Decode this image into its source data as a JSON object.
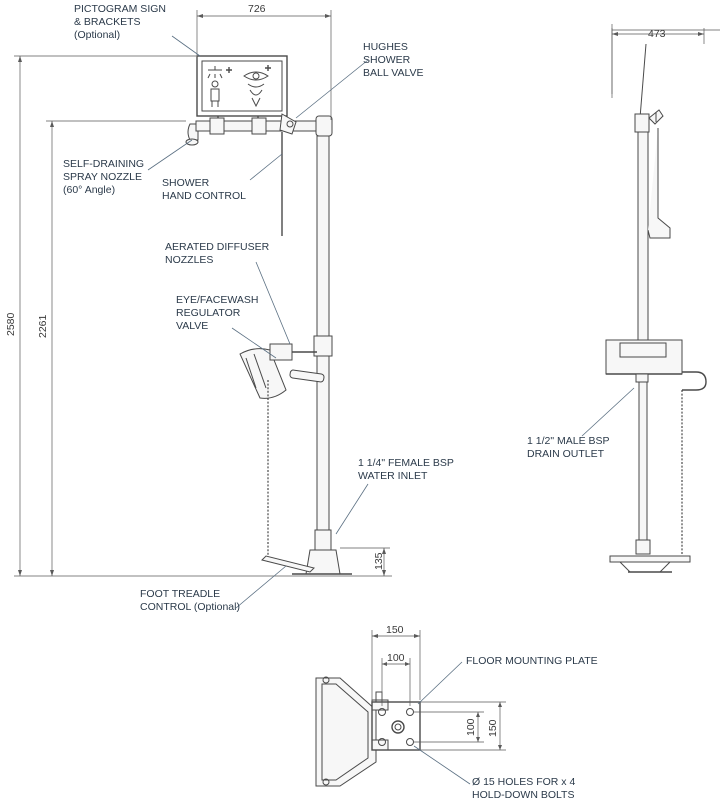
{
  "labels": {
    "pictogram": [
      "PICTOGRAM SIGN",
      "& BRACKETS",
      "(Optional)"
    ],
    "ball_valve": [
      "HUGHES",
      "SHOWER",
      "BALL VALVE"
    ],
    "spray_nozzle": [
      "SELF-DRAINING",
      "SPRAY NOZZLE",
      "(60° Angle)"
    ],
    "hand_control": [
      "SHOWER",
      "HAND CONTROL"
    ],
    "diffuser": [
      "AERATED DIFFUSER",
      "NOZZLES"
    ],
    "regulator": [
      "EYE/FACEWASH",
      "REGULATOR",
      "VALVE"
    ],
    "water_inlet": [
      "1 1/4\" FEMALE BSP",
      "WATER INLET"
    ],
    "foot_treadle": [
      "FOOT TREADLE",
      "CONTROL (Optional)"
    ],
    "drain_outlet": [
      "1 1/2\" MALE BSP",
      "DRAIN OUTLET"
    ],
    "floor_plate": [
      "FLOOR MOUNTING PLATE"
    ],
    "holes": [
      "Ø 15 HOLES FOR x 4",
      "HOLD-DOWN BOLTS"
    ]
  },
  "dimensions": {
    "width_front": "726",
    "width_side": "473",
    "height_total": "2580",
    "height_shower": "2261",
    "height_inlet": "135",
    "plate_outer_h": "150",
    "plate_inner_h": "100",
    "plate_inner_v": "100",
    "plate_outer_v": "150"
  }
}
